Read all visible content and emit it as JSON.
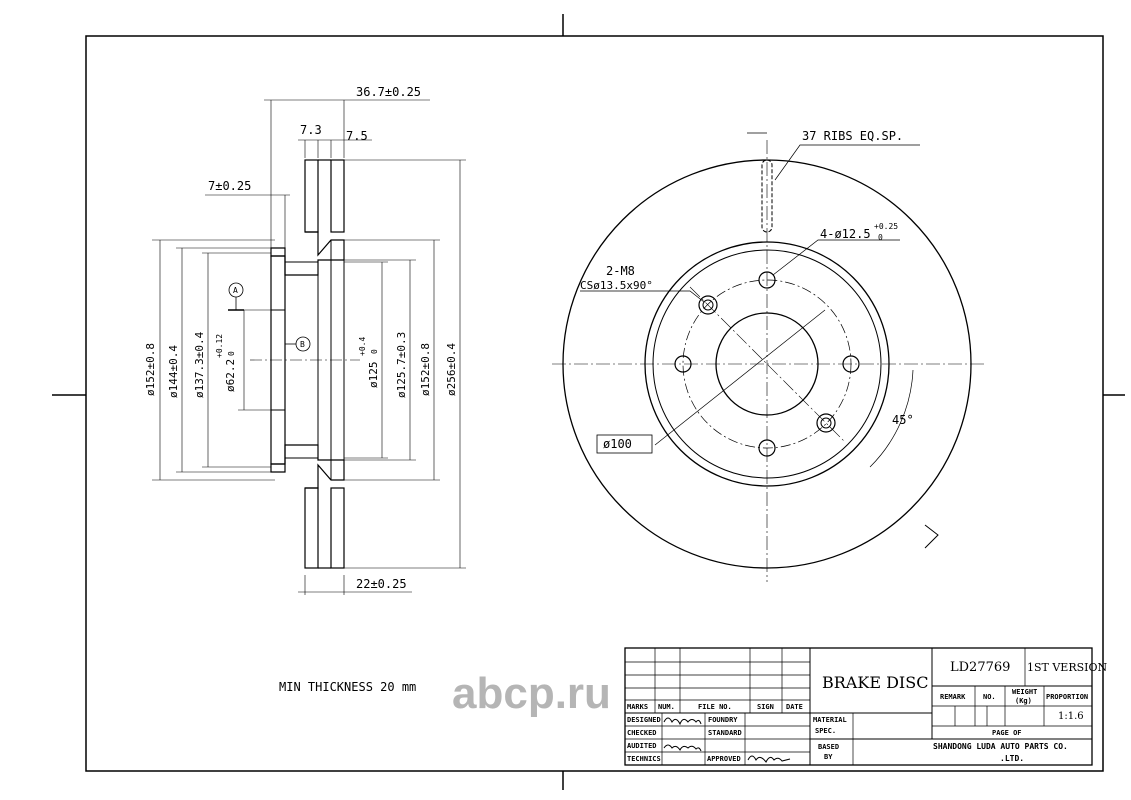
{
  "dims": {
    "overall_width": "36.7±0.25",
    "rib_width": "7.3",
    "rib_width2": "7.5",
    "hat_wall": "7±0.25",
    "thickness": "22±0.25",
    "d152_left": "ø152±0.8",
    "d144": "ø144±0.4",
    "d137": "ø137.3±0.4",
    "d62": "ø62.2",
    "d62_tol": "+0.12",
    "d62_tol0": "0",
    "d125": "ø125",
    "d125_tol": "+0.4",
    "d125_tol0": "0",
    "d1257": "ø125.7±0.3",
    "d152_right": "ø152±0.8",
    "d256": "ø256±0.4",
    "datum_a": "A",
    "datum_b": "B"
  },
  "front": {
    "ribs_note": "37 RIBS EQ.SP.",
    "holes_note": "4-ø12.5",
    "holes_tol": "+0.25",
    "holes_tol0": "0",
    "threads_note": "2-M8",
    "cs_note": "CSø13.5x90°",
    "center_dia": "ø100",
    "angle": "45°"
  },
  "min_thickness": "MIN THICKNESS 20 mm",
  "watermark": "abcp.ru",
  "title_block": {
    "part_name": "BRAKE DISC",
    "part_no": "LD27769",
    "version": "1ST VERSION",
    "marks": "MARKS",
    "num": "NUM.",
    "file_no": "FILE NO.",
    "sign": "SIGN",
    "date": "DATE",
    "designed": "DESIGNED",
    "checked": "CHECKED",
    "audited": "AUDITED",
    "technics": "TECHNICS",
    "foundry": "FOUNDRY",
    "standard": "STANDARD",
    "approved": "APPROVED",
    "material": "MATERIAL",
    "spec": "SPEC.",
    "based": "BASED",
    "by": "BY",
    "remark": "REMARK",
    "no": "NO.",
    "weight": "WEIGHT",
    "weight_unit": "(Kg)",
    "proportion": "PROPORTION",
    "scale": "1:1.6",
    "page_of": "PAGE  OF",
    "company": "SHANDONG LUDA AUTO PARTS CO.",
    "company2": ".LTD."
  }
}
